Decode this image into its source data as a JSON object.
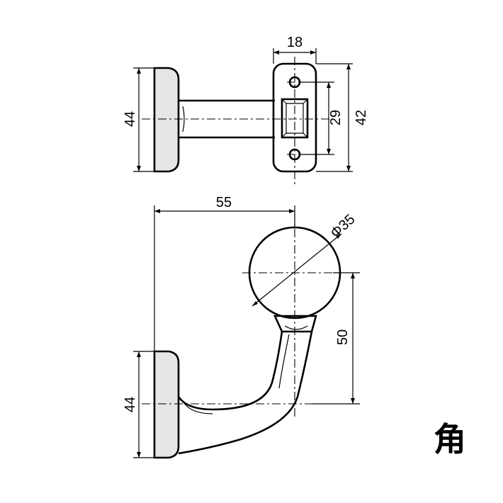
{
  "dimensions": {
    "top_width": "18",
    "top_left_height": "44",
    "top_hole_spacing": "29",
    "top_total_height": "42",
    "side_length": "55",
    "ball_diameter": "Φ35",
    "ball_height": "50",
    "side_left_height": "44"
  },
  "label": "角"
}
